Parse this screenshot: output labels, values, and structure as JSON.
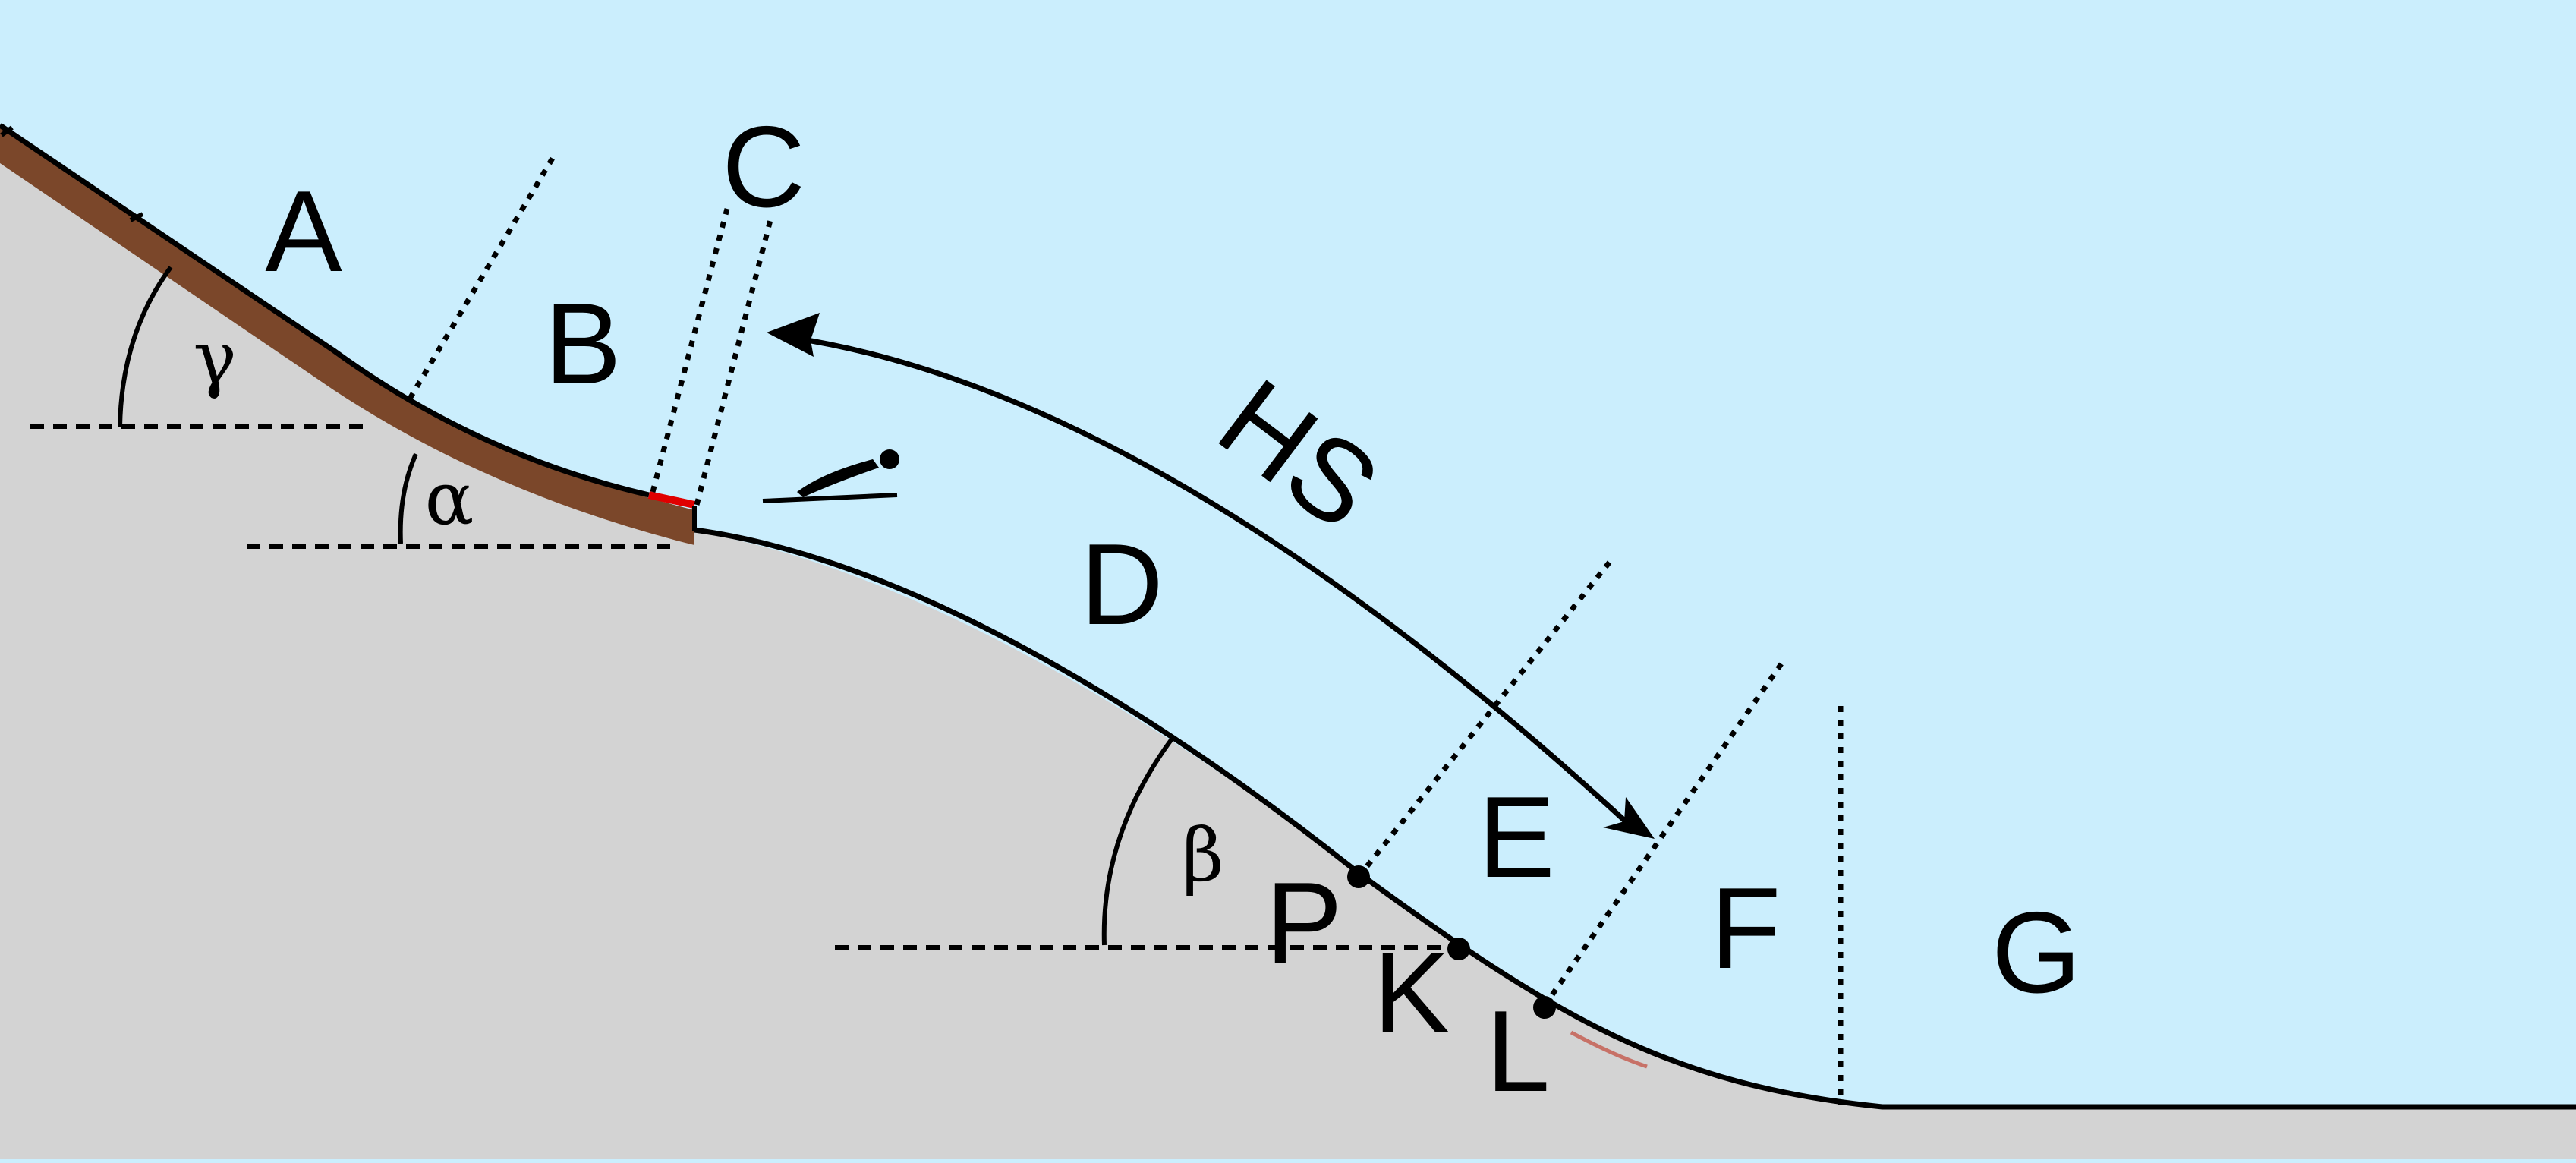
{
  "colors": {
    "sky": "#cbeefd",
    "ground": "#d3d3d3",
    "inrun_track": "#7b472a",
    "takeoff_edge": "#e00000",
    "line": "#000000"
  },
  "labels": {
    "A": "A",
    "B": "B",
    "C": "C",
    "D": "D",
    "E": "E",
    "F": "F",
    "G": "G",
    "P": "P",
    "K": "K",
    "L": "L",
    "HS": "HS",
    "gamma": "γ",
    "alpha": "α",
    "beta": "β"
  },
  "icons": {
    "jumper": "ski-jumper-icon"
  }
}
